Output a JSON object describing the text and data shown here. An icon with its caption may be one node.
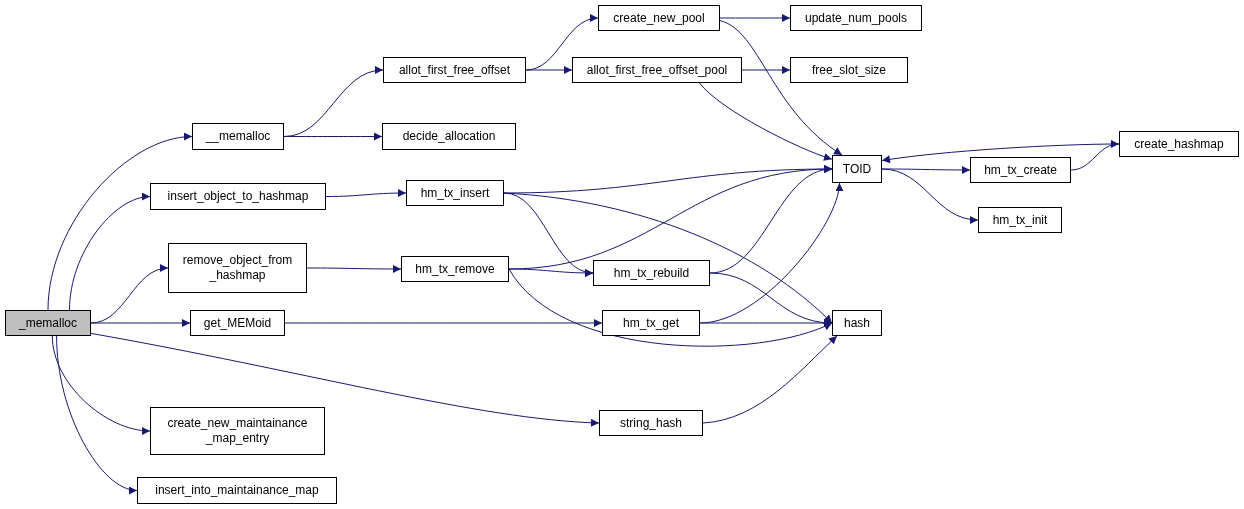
{
  "diagram": {
    "nodes": [
      {
        "text": [
          "_memalloc"
        ]
      },
      {
        "text": [
          "__memalloc"
        ]
      },
      {
        "text": [
          "insert_object_to_hashmap"
        ]
      },
      {
        "text": [
          "remove_object_from _hashmap"
        ]
      },
      {
        "text": [
          "get_MEMoid"
        ]
      },
      {
        "text": [
          "create_new_maintainance _map_entry"
        ]
      },
      {
        "text": [
          "insert_into_maintainance_map"
        ]
      },
      {
        "text": [
          "allot_first_free_offset"
        ]
      },
      {
        "text": [
          "decide_allocation"
        ]
      },
      {
        "text": [
          "hm_tx_insert"
        ]
      },
      {
        "text": [
          "hm_tx_remove"
        ]
      },
      {
        "text": [
          "string_hash"
        ]
      },
      {
        "text": [
          "create_new_pool"
        ]
      },
      {
        "text": [
          "allot_first_free_offset_pool"
        ]
      },
      {
        "text": [
          "hm_tx_rebuild"
        ]
      },
      {
        "text": [
          "hm_tx_get"
        ]
      },
      {
        "text": [
          "update_num_pools"
        ]
      },
      {
        "text": [
          "free_slot_size"
        ]
      },
      {
        "text": [
          "TOID"
        ]
      },
      {
        "text": [
          "hash"
        ]
      },
      {
        "text": [
          "hm_tx_create"
        ]
      },
      {
        "text": [
          "hm_tx_init"
        ]
      },
      {
        "text": [
          "create_hashmap"
        ]
      }
    ],
    "edges": [
      {
        "from": 0,
        "to": 1,
        "arrow": "to"
      },
      {
        "from": 0,
        "to": 2,
        "arrow": "to"
      },
      {
        "from": 0,
        "to": 3,
        "arrow": "to"
      },
      {
        "from": 0,
        "to": 4,
        "arrow": "to"
      },
      {
        "from": 0,
        "to": 5,
        "arrow": "to"
      },
      {
        "from": 0,
        "to": 6,
        "arrow": "to"
      },
      {
        "from": 0,
        "to": 11,
        "arrow": "to"
      },
      {
        "from": 1,
        "to": 7,
        "arrow": "to"
      },
      {
        "from": 1,
        "to": 8,
        "arrow": "to"
      },
      {
        "from": 2,
        "to": 9,
        "arrow": "to"
      },
      {
        "from": 3,
        "to": 10,
        "arrow": "to"
      },
      {
        "from": 4,
        "to": 15,
        "arrow": "to"
      },
      {
        "from": 7,
        "to": 12,
        "arrow": "to"
      },
      {
        "from": 7,
        "to": 13,
        "arrow": "to"
      },
      {
        "from": 9,
        "to": 18,
        "arrow": "to"
      },
      {
        "from": 9,
        "to": 14,
        "arrow": "to"
      },
      {
        "from": 9,
        "to": 19,
        "arrow": "to"
      },
      {
        "from": 10,
        "to": 18,
        "arrow": "to"
      },
      {
        "from": 10,
        "to": 14,
        "arrow": "to"
      },
      {
        "from": 10,
        "to": 19,
        "arrow": "to"
      },
      {
        "from": 11,
        "to": 19,
        "arrow": "to"
      },
      {
        "from": 12,
        "to": 16,
        "arrow": "to"
      },
      {
        "from": 12,
        "to": 18,
        "arrow": "to"
      },
      {
        "from": 13,
        "to": 17,
        "arrow": "to"
      },
      {
        "from": 13,
        "to": 18,
        "arrow": "to"
      },
      {
        "from": 14,
        "to": 18,
        "arrow": "to"
      },
      {
        "from": 14,
        "to": 19,
        "arrow": "to"
      },
      {
        "from": 15,
        "to": 18,
        "arrow": "to"
      },
      {
        "from": 15,
        "to": 19,
        "arrow": "to"
      },
      {
        "from": 18,
        "to": 20,
        "arrow": "to"
      },
      {
        "from": 18,
        "to": 21,
        "arrow": "to"
      },
      {
        "from": 20,
        "to": 22,
        "arrow": "to"
      },
      {
        "from": 22,
        "to": 18,
        "arrow": "to"
      }
    ]
  }
}
